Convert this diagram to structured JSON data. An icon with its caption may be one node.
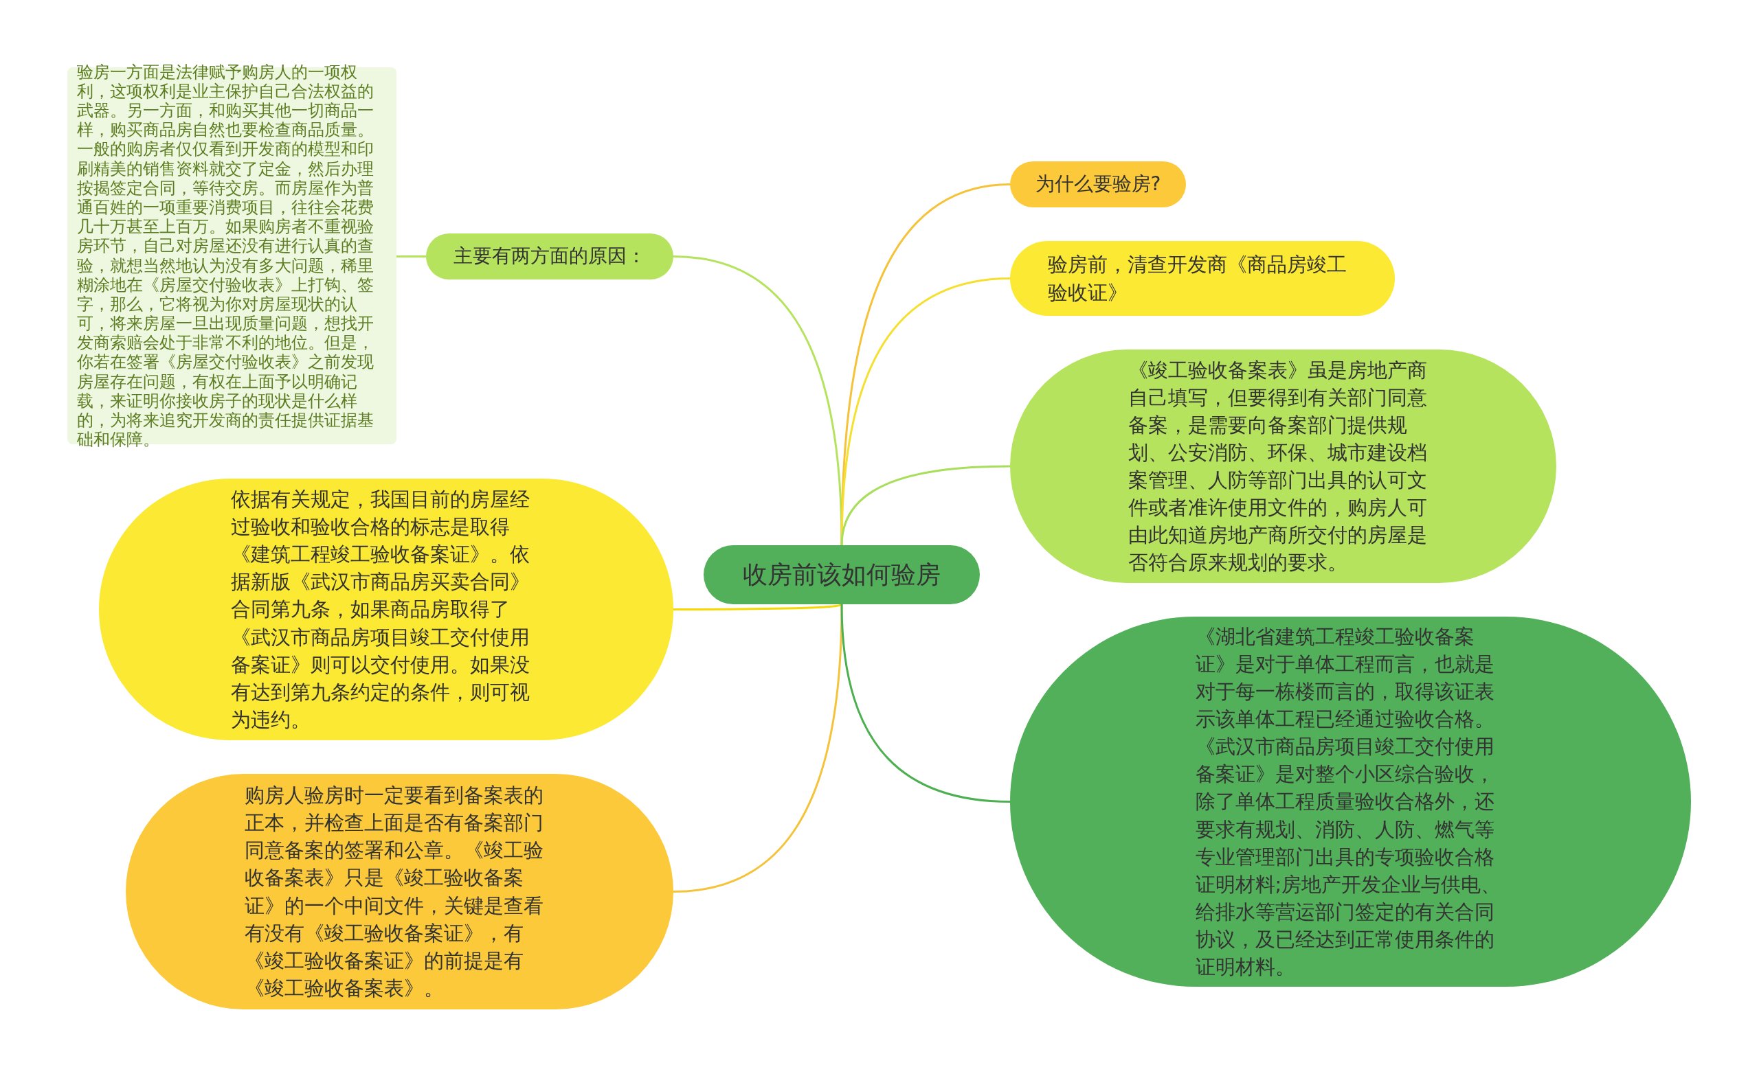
{
  "diagram": {
    "nodes": [
      {
        "text": [
          "收房前该如何验房"
        ]
      },
      {
        "text": [
          "主要有两方面的原因："
        ]
      },
      {
        "text": [
          "验房一方面是法律赋予购房人的一项权利，这项权利是业主保护自己合法权益的武器。另一方面，和购买其他一切商品一样，购买商品房自然也要检查商品质量。一般的购房者仅仅看到开发商的模型和印刷精美的销售资料就交了定金，然后办理按揭签定合同，等待交房。而房屋作为普通百姓的一项重要消费项目，往往会花费几十万甚至上百万。如果购房者不重视验房环节，自己对房屋还没有进行认真的查验，就想当然地认为没有多大问题，稀里糊涂地在《房屋交付验收表》上打钩、签字，那么，它将视为你对房屋现状的认可，将来房屋一旦出现质量问题，想找开发商索赔会处于非常不利的地位。但是，你若在签署《房屋交付验收表》之前发现房屋存在问题，有权在上面予以明确记载，来证明你接收房子的现状是什么样的，为将来追究开发商的责任提供证据基础和保障。"
        ]
      },
      {
        "text": [
          "依据有关规定，我国目前的房屋经过验收和验收合格的标志是取得《建筑工程竣工验收备案证》。依据新版《武汉市商品房买卖合同》合同第九条，如果商品房取得了《武汉市商品房项目竣工交付使用备案证》则可以交付使用。如果没有达到第九条约定的条件，则可视为违约。"
        ]
      },
      {
        "text": [
          "购房人验房时一定要看到备案表的正本，并检查上面是否有备案部门同意备案的签署和公章。《竣工验收备案表》只是《竣工验收备案证》的一个中间文件，关键是查看有没有《竣工验收备案证》，有《竣工验收备案证》的前提是有《竣工验收备案表》。"
        ]
      },
      {
        "text": [
          "为什么要验房?"
        ]
      },
      {
        "text": [
          "验房前，清查开发商《商品房竣工验收证》"
        ]
      },
      {
        "text": [
          "《竣工验收备案表》虽是房地产商自己填写，但要得到有关部门同意备案，是需要向备案部门提供规划、公安消防、环保、城市建设档案管理、人防等部门出具的认可文件或者准许使用文件的，购房人可由此知道房地产商所交付的房屋是否符合原来规划的要求。"
        ]
      },
      {
        "text": [
          "《湖北省建筑工程竣工验收备案证》是对于单体工程而言，也就是对于每一栋楼而言的，取得该证表示该单体工程已经通过验收合格。《武汉市商品房项目竣工交付使用备案证》是对整个小区综合验收，除了单体工程质量验收合格外，还要求有规划、消防、人防、燃气等专业管理部门出具的专项验收合格证明材料;房地产开发企业与供电、给排水等营运部门签定的有关合同协议，及已经达到正常使用条件的证明材料。"
        ]
      }
    ],
    "edges": [
      {
        "from": 0,
        "to": 1,
        "arrow": "none",
        "color": "#b5e35e"
      },
      {
        "from": 1,
        "to": 2,
        "arrow": "none",
        "color": "#b5e35e"
      },
      {
        "from": 0,
        "to": 3,
        "arrow": "none",
        "color": "#f5d800"
      },
      {
        "from": 0,
        "to": 4,
        "arrow": "none",
        "color": "#f5c33a"
      },
      {
        "from": 0,
        "to": 5,
        "arrow": "none",
        "color": "#f5c33a"
      },
      {
        "from": 0,
        "to": 6,
        "arrow": "none",
        "color": "#f5e030"
      },
      {
        "from": 0,
        "to": 7,
        "arrow": "none",
        "color": "#a8de5a"
      },
      {
        "from": 0,
        "to": 8,
        "arrow": "none",
        "color": "#4caf50"
      }
    ]
  }
}
